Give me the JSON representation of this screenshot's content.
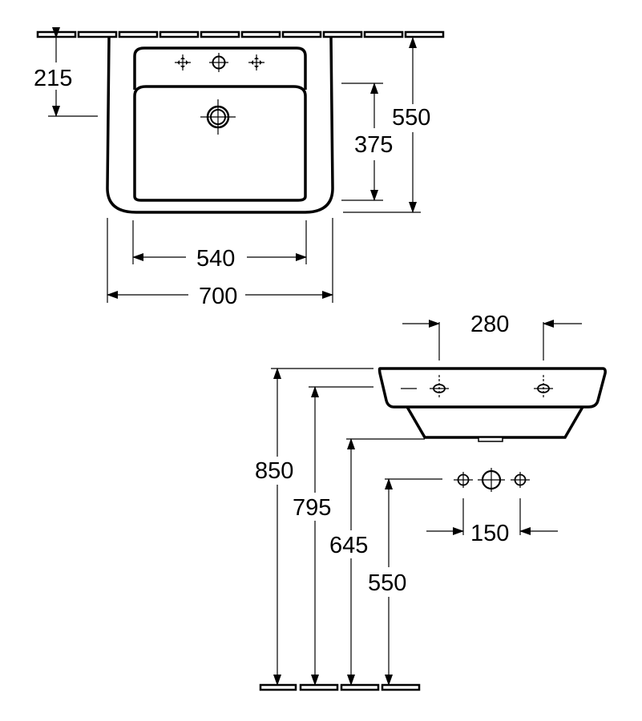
{
  "top_view": {
    "tap_hole_height": "215",
    "bowl_depth": "375",
    "total_depth": "550",
    "inner_width": "540",
    "total_width": "700"
  },
  "side_view": {
    "overflow_spacing": "280",
    "rim_height": "850",
    "tap_height": "795",
    "bowl_bottom_height": "645",
    "trap_height": "550",
    "supply_spacing": "150"
  }
}
